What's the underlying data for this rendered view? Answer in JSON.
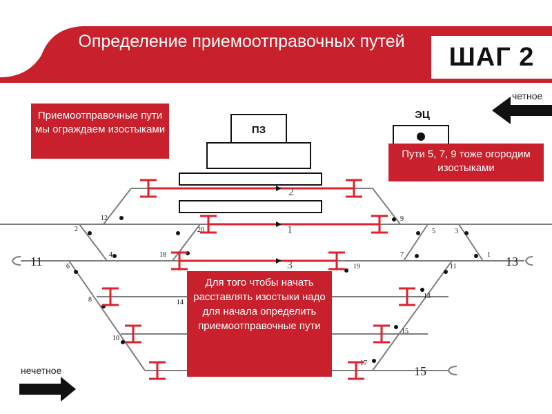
{
  "header": {
    "title": "Определение приемоотправочных путей",
    "step": "ШАГ 2"
  },
  "colors": {
    "accent": "#c8202c",
    "track": "#7d7d7d",
    "isolating_joint": "#e0202c"
  },
  "callouts": {
    "top_left": "Приемоотправочные пути мы ограждаем изостыками",
    "top_right": "Пути 5, 7, 9 тоже огородим изостыками",
    "center": "Для того чтобы начать расставлять изостыки надо для начала определить приемоотправочные пути"
  },
  "buildings": {
    "pz": "ПЗ",
    "ec": "ЭЦ"
  },
  "directions": {
    "even": "четное",
    "odd": "нечетное"
  },
  "track_numbers": [
    "2",
    "1",
    "3"
  ],
  "line_ends": {
    "left": "11",
    "right_main": "13",
    "right_bottom": "15"
  },
  "switch_numbers": [
    "12",
    "2",
    "4",
    "6",
    "8",
    "10",
    "14",
    "20",
    "18",
    "9",
    "5",
    "3",
    "7",
    "1",
    "19",
    "11",
    "13",
    "15",
    "17"
  ]
}
